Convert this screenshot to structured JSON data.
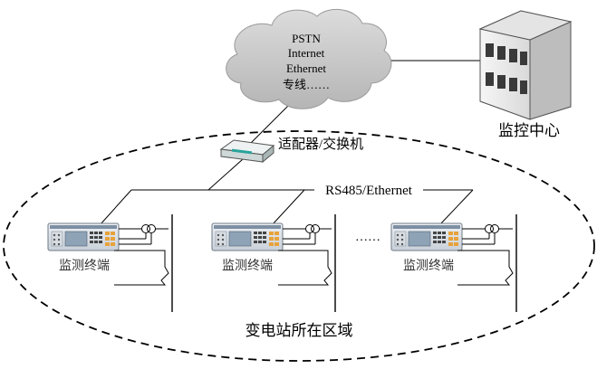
{
  "network": {
    "lines": [
      "PSTN",
      "Internet",
      "Ethernet",
      "专线……"
    ]
  },
  "control_center": {
    "label": "监控中心"
  },
  "adapter": {
    "label": "适配器/交换机"
  },
  "bus": {
    "label": "RS485/Ethernet"
  },
  "terminals": [
    {
      "label": "监测终端"
    },
    {
      "label": "监测终端"
    },
    {
      "label": "监测终端"
    }
  ],
  "ellipsis": "……",
  "substation": {
    "label": "变电站所在区域"
  },
  "colors": {
    "cloud": "#c8c8c8",
    "building": "#e9e9e9",
    "device": "#dfe4ea",
    "device_screen": "#8fa3b7",
    "device_orange": "#e8a23a",
    "switch_teal": "#2aa39b"
  }
}
